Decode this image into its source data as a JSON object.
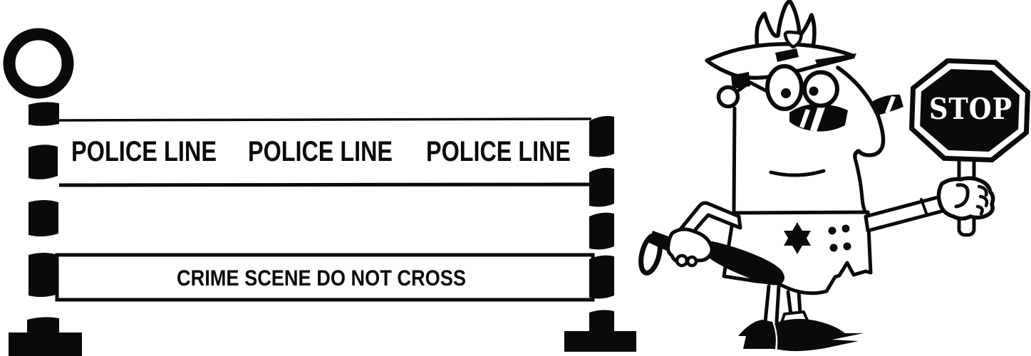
{
  "colors": {
    "ink": "#0a0a0a",
    "paper": "#ffffff"
  },
  "barricade": {
    "police_tape": {
      "labels": [
        "POLICE LINE",
        "POLICE LINE",
        "POLICE LINE"
      ]
    },
    "crime_tape": {
      "label": "CRIME SCENE DO NOT CROSS"
    }
  },
  "officer": {
    "stop_sign": {
      "label": "STOP"
    }
  }
}
